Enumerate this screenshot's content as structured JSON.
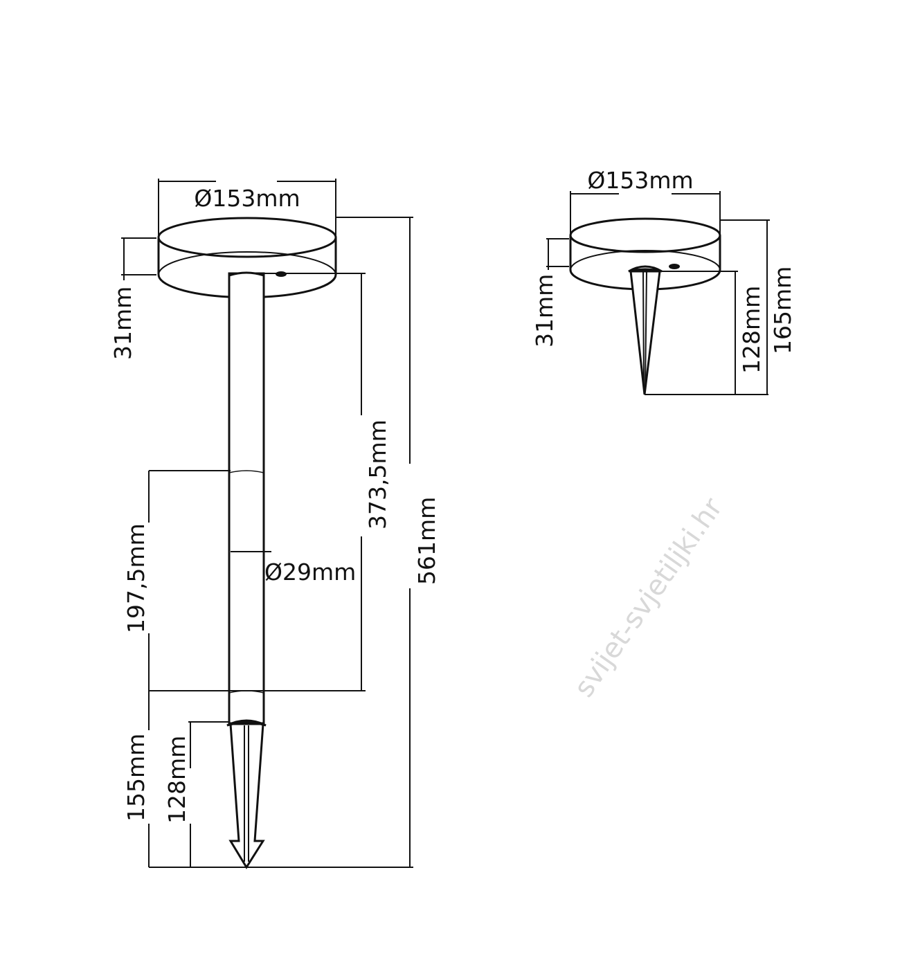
{
  "left_view": {
    "diameter_head": "Ø153mm",
    "head_height": "31mm",
    "pole_to_band": "373,5mm",
    "total_height": "561mm",
    "band_segment": "197,5mm",
    "pole_diameter": "Ø29mm",
    "lower_section": "155mm",
    "spike_length": "128mm"
  },
  "right_view": {
    "diameter_head": "Ø153mm",
    "head_height": "31mm",
    "spike_length": "128mm",
    "total_height": "165mm"
  },
  "watermark": "svijet-svjetiljki.hr"
}
